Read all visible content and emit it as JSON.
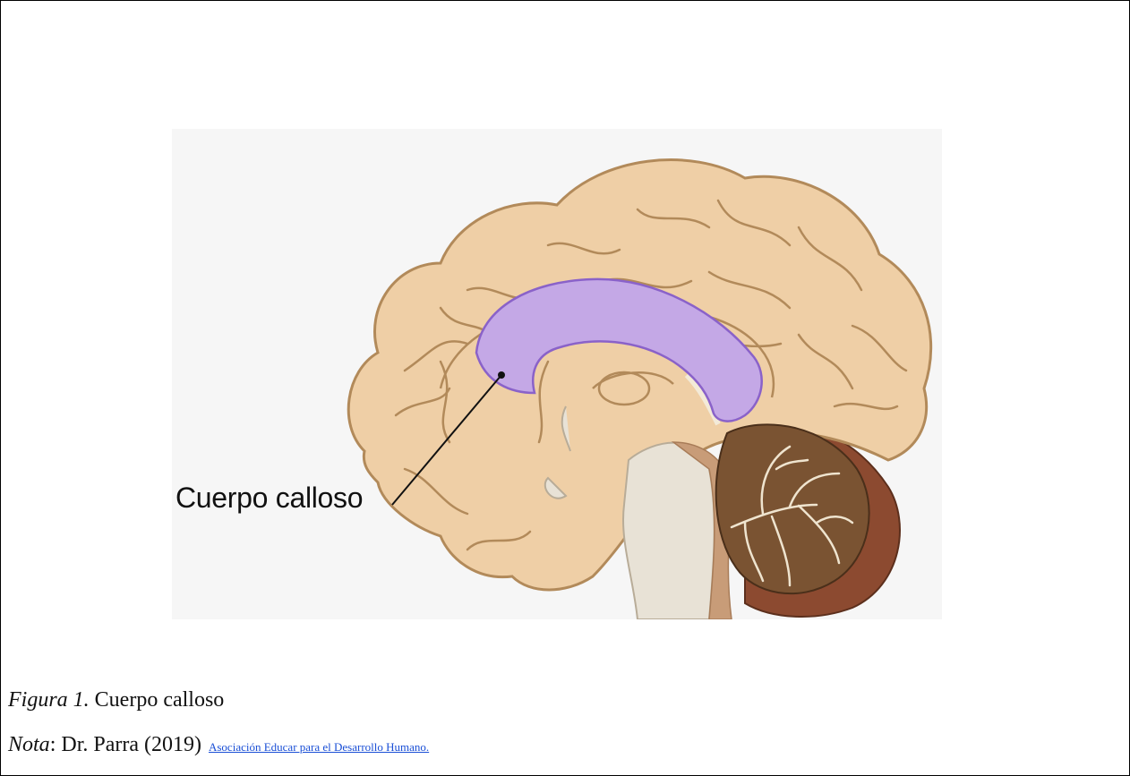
{
  "figure": {
    "callout_label": "Cuerpo calloso",
    "colors": {
      "brain_fill": "#efcfa6",
      "brain_stroke": "#b28a5a",
      "corpus_callosum": "#c4a8e6",
      "corpus_callosum_stroke": "#8a62c9",
      "brainstem": "#e8e2d6",
      "cerebellum": "#7a5332",
      "cerebellum_outer": "#8c4a30"
    }
  },
  "caption": {
    "label": "Figura 1.",
    "title": "Cuerpo calloso"
  },
  "note": {
    "label": "Nota",
    "text": ": Dr. Parra (2019) ",
    "link_text": "Asociación Educar para el Desarrollo Humano."
  }
}
